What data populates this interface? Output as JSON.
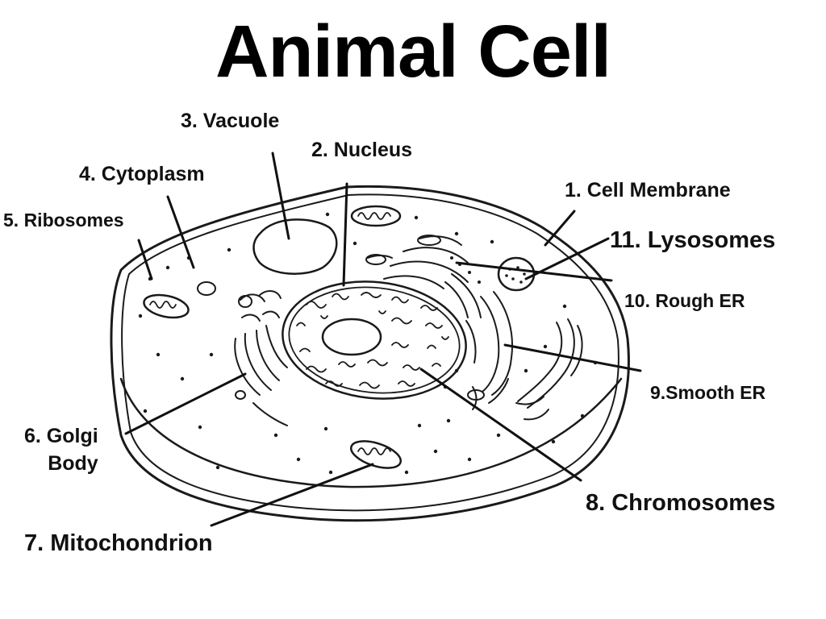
{
  "title": "Animal Cell",
  "labels": {
    "cell_membrane": "1. Cell Membrane",
    "nucleus": "2. Nucleus",
    "vacuole": "3. Vacuole",
    "cytoplasm": "4. Cytoplasm",
    "ribosomes": "5. Ribosomes",
    "golgi_line1": "6. Golgi",
    "golgi_line2": "Body",
    "mitochondrion": "7. Mitochondrion",
    "chromosomes": "8. Chromosomes",
    "smooth_er": "9.Smooth ER",
    "rough_er": "10. Rough ER",
    "lysosomes": "11. Lysosomes"
  }
}
